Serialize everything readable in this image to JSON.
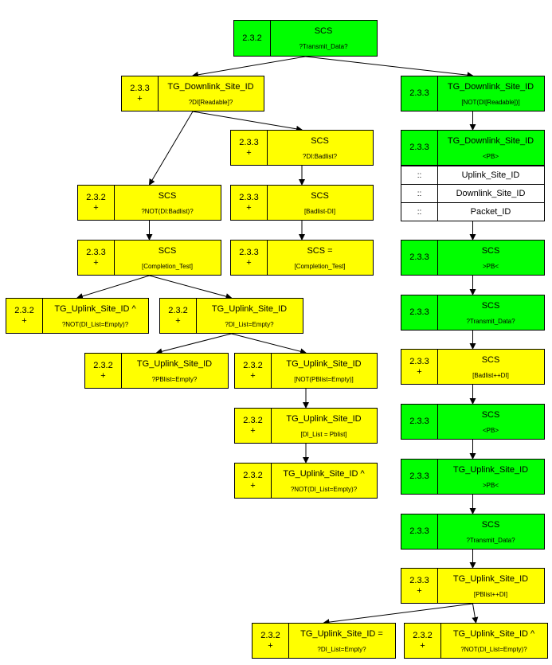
{
  "nodes": [
    {
      "id": "n1",
      "version": "2.3.2",
      "plus": "",
      "title": "SCS",
      "guard": "?Transmit_Data?",
      "color": "green"
    },
    {
      "id": "n2",
      "version": "2.3.3",
      "plus": "+",
      "title": "TG_Downlink_Site_ID",
      "guard": "?DI[Readable]?",
      "color": "yellow"
    },
    {
      "id": "n3",
      "version": "2.3.3",
      "plus": "",
      "title": "TG_Downlink_Site_ID",
      "guard": "[NOT(DI[Readable])]",
      "color": "green"
    },
    {
      "id": "n4",
      "version": "2.3.3",
      "plus": "+",
      "title": "SCS",
      "guard": "?DI:Badlist?",
      "color": "yellow"
    },
    {
      "id": "n5",
      "version": "2.3.3",
      "plus": "",
      "title": "TG_Downlink_Site_ID",
      "guard": "<PB>",
      "color": "green"
    },
    {
      "id": "n6",
      "version": "2.3.2",
      "plus": "+",
      "title": "SCS",
      "guard": "?NOT(DI:Badlist)?",
      "color": "yellow"
    },
    {
      "id": "n7",
      "version": "2.3.3",
      "plus": "+",
      "title": "SCS",
      "guard": "[Badlist-DI]",
      "color": "yellow"
    },
    {
      "id": "n8",
      "version": "2.3.3",
      "plus": "+",
      "title": "SCS",
      "guard": "[Completion_Test]",
      "color": "yellow"
    },
    {
      "id": "n9",
      "version": "2.3.3",
      "plus": "+",
      "title": "SCS =",
      "guard": "[Completion_Test]",
      "color": "yellow"
    },
    {
      "id": "n10",
      "version": "2.3.3",
      "plus": "",
      "title": "SCS",
      "guard": ">PB<",
      "color": "green"
    },
    {
      "id": "n11",
      "version": "2.3.2",
      "plus": "+",
      "title": "TG_Uplink_Site_ID ^",
      "guard": "?NOT(DI_List=Empty)?",
      "color": "yellow"
    },
    {
      "id": "n12",
      "version": "2.3.2",
      "plus": "+",
      "title": "TG_Uplink_Site_ID",
      "guard": "?DI_List=Empty?",
      "color": "yellow"
    },
    {
      "id": "n13",
      "version": "2.3.3",
      "plus": "",
      "title": "SCS",
      "guard": "?Transmit_Data?",
      "color": "green"
    },
    {
      "id": "n14",
      "version": "2.3.2",
      "plus": "+",
      "title": "TG_Uplink_Site_ID",
      "guard": "?PBlist=Empty?",
      "color": "yellow"
    },
    {
      "id": "n15",
      "version": "2.3.2",
      "plus": "+",
      "title": "TG_Uplink_Site_ID",
      "guard": "[NOT(PBlist=Empty)]",
      "color": "yellow"
    },
    {
      "id": "n16",
      "version": "2.3.3",
      "plus": "+",
      "title": "SCS",
      "guard": "[Badlist++DI]",
      "color": "yellow"
    },
    {
      "id": "n17",
      "version": "2.3.2",
      "plus": "+",
      "title": "TG_Uplink_Site_ID",
      "guard": "[DI_List = Pblist]",
      "color": "yellow"
    },
    {
      "id": "n18",
      "version": "2.3.3",
      "plus": "",
      "title": "SCS",
      "guard": "<PB>",
      "color": "green"
    },
    {
      "id": "n19",
      "version": "2.3.2",
      "plus": "+",
      "title": "TG_Uplink_Site_ID ^",
      "guard": "?NOT(DI_List=Empty)?",
      "color": "yellow"
    },
    {
      "id": "n20",
      "version": "2.3.3",
      "plus": "",
      "title": "TG_Uplink_Site_ID",
      "guard": ">PB<",
      "color": "green"
    },
    {
      "id": "n21",
      "version": "2.3.3",
      "plus": "",
      "title": "SCS",
      "guard": "?Transmit_Data?",
      "color": "green"
    },
    {
      "id": "n22",
      "version": "2.3.3",
      "plus": "+",
      "title": "TG_Uplink_Site_ID",
      "guard": "[PBlist++DI]",
      "color": "yellow"
    },
    {
      "id": "n23",
      "version": "2.3.2",
      "plus": "+",
      "title": "TG_Uplink_Site_ID =",
      "guard": "?DI_List=Empty?",
      "color": "yellow"
    },
    {
      "id": "n24",
      "version": "2.3.2",
      "plus": "+",
      "title": "TG_Uplink_Site_ID ^",
      "guard": "?NOT(DI_List=Empty)?",
      "color": "yellow"
    }
  ],
  "parameters": {
    "node": "n5",
    "rows": [
      {
        "marker": "::",
        "name": "Uplink_Site_ID"
      },
      {
        "marker": "::",
        "name": "Downlink_Site_ID"
      },
      {
        "marker": "::",
        "name": "Packet_ID"
      }
    ]
  },
  "edges": [
    [
      "n1",
      "n2"
    ],
    [
      "n1",
      "n3"
    ],
    [
      "n2",
      "n4"
    ],
    [
      "n2",
      "n6"
    ],
    [
      "n3",
      "n5"
    ],
    [
      "n4",
      "n7"
    ],
    [
      "n5",
      "n10"
    ],
    [
      "n6",
      "n8"
    ],
    [
      "n7",
      "n9"
    ],
    [
      "n8",
      "n11"
    ],
    [
      "n8",
      "n12"
    ],
    [
      "n10",
      "n13"
    ],
    [
      "n12",
      "n14"
    ],
    [
      "n12",
      "n15"
    ],
    [
      "n13",
      "n16"
    ],
    [
      "n15",
      "n17"
    ],
    [
      "n16",
      "n18"
    ],
    [
      "n17",
      "n19"
    ],
    [
      "n18",
      "n20"
    ],
    [
      "n20",
      "n21"
    ],
    [
      "n21",
      "n22"
    ],
    [
      "n22",
      "n23"
    ],
    [
      "n22",
      "n24"
    ]
  ],
  "colors": {
    "yellow": "#ffff00",
    "green": "#00ff00",
    "line": "#000000"
  }
}
